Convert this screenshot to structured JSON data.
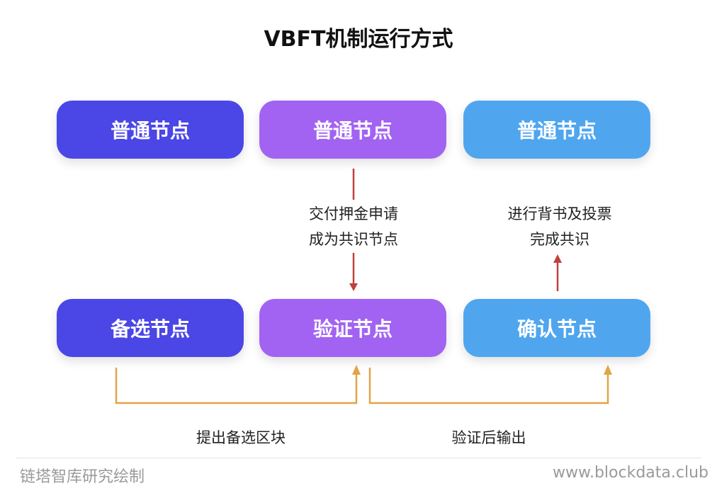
{
  "title": "VBFT机制运行方式",
  "nodes": {
    "top_left": "普通节点",
    "top_middle": "普通节点",
    "top_right": "普通节点",
    "bottom_left": "备选节点",
    "bottom_middle": "验证节点",
    "bottom_right": "确认节点"
  },
  "labels": {
    "middle_line1": "交付押金申请",
    "middle_line2": "成为共识节点",
    "right_line1": "进行背书及投票",
    "right_line2": "完成共识",
    "bottom_left": "提出备选区块",
    "bottom_right": "验证后输出"
  },
  "footer": {
    "left": "链塔智库研究绘制",
    "right": "www.blockdata.club"
  },
  "colors": {
    "blue": "#4b46e6",
    "purple": "#a263f2",
    "sky": "#4fa6ef",
    "red_arrow": "#c0413c",
    "orange_arrow": "#e3a347"
  }
}
